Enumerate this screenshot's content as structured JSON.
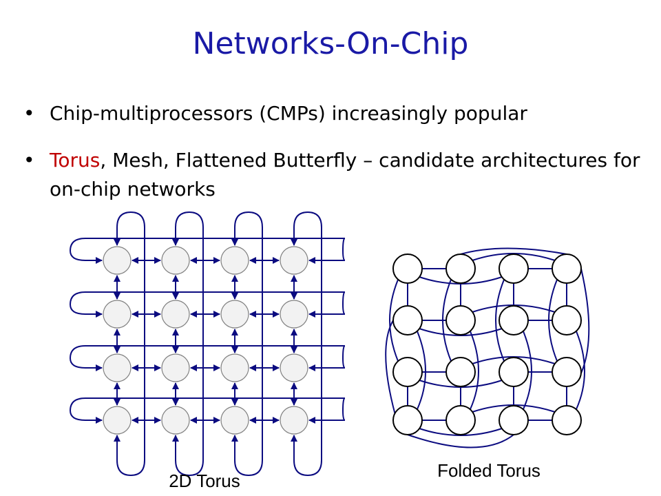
{
  "title": "Networks-On-Chip",
  "bullets": [
    {
      "text": "Chip-multiprocessors (CMPs) increasingly popular"
    },
    {
      "highlight": "Torus",
      "text": ", Mesh, Flattened Butterfly – candidate architectures for on-chip networks"
    }
  ],
  "colors": {
    "title": "#1a1aa6",
    "highlight": "#c00000",
    "links": "#0b0b80",
    "node_fill": "#f2f2f2",
    "node_stroke": "#808080"
  },
  "diagrams": [
    {
      "id": "2d-torus",
      "caption": "2D Torus",
      "rows": 4,
      "cols": 4
    },
    {
      "id": "folded-torus",
      "caption": "Folded Torus",
      "rows": 4,
      "cols": 4
    }
  ]
}
